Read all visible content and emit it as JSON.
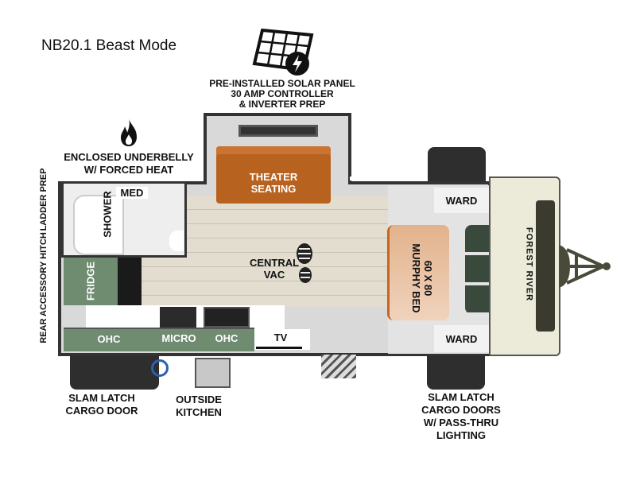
{
  "title": "NB20.1 Beast Mode",
  "callouts": {
    "solar": [
      "PRE-INSTALLED SOLAR PANEL",
      "30 AMP CONTROLLER",
      "& INVERTER PREP"
    ],
    "underbelly": [
      "ENCLOSED UNDERBELLY",
      "W/ FORCED HEAT"
    ],
    "ladder": "LADDER PREP",
    "hitch": "REAR ACCESSORY HITCH",
    "cargo_rear": [
      "SLAM LATCH",
      "CARGO DOOR"
    ],
    "outside_kitchen": [
      "OUTSIDE",
      "KITCHEN"
    ],
    "cargo_front": [
      "SLAM LATCH",
      "CARGO DOORS",
      "W/ PASS-THRU",
      "LIGHTING"
    ]
  },
  "rooms": {
    "med": "MED",
    "shower": "SHOWER",
    "fridge": "FRIDGE",
    "ohc_left": "OHC",
    "micro": "MICRO",
    "ohc_right": "OHC",
    "tv": "TV",
    "theater": [
      "THEATER",
      "SEATING"
    ],
    "central_vac": [
      "CENTRAL",
      "VAC"
    ],
    "murphy": [
      "60 X 80",
      "MURPHY BED"
    ],
    "ward_top": "WARD",
    "ward_bottom": "WARD",
    "brand": "FOREST RIVER"
  },
  "colors": {
    "green": "#6f8b70",
    "sofa": "#b8621f",
    "bed": "#e6b995",
    "floor": "#ddd8c8",
    "cap": "#ecebd9"
  }
}
